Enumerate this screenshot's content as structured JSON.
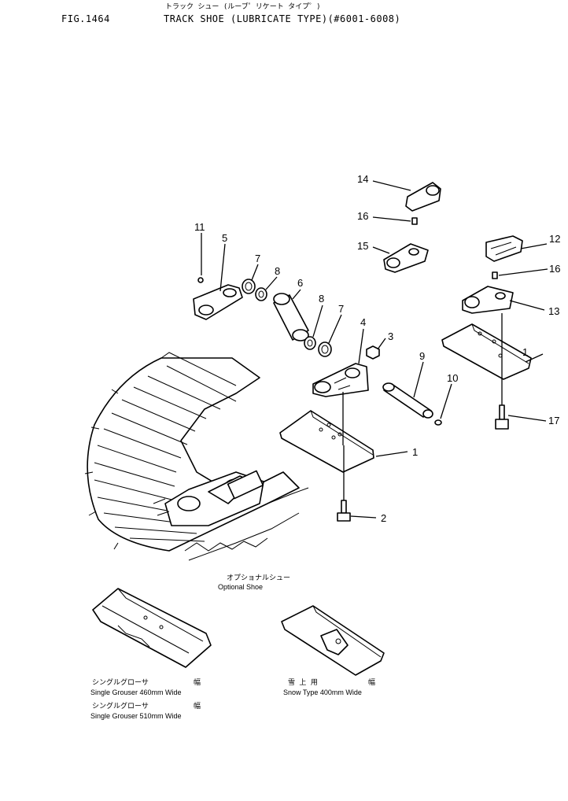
{
  "header": {
    "fig_number": "FIG.1464",
    "title_jp": "トラック シュー (ルーブ゜リケート タイプ゜)",
    "title_en": "TRACK SHOE (LUBRICATE TYPE)(#6001-6008)"
  },
  "callouts": [
    "1",
    "1",
    "2",
    "3",
    "4",
    "5",
    "6",
    "7",
    "7",
    "8",
    "8",
    "9",
    "10",
    "11",
    "12",
    "13",
    "14",
    "15",
    "16",
    "16",
    "17"
  ],
  "optional": {
    "label_jp": "オプショナルシュー",
    "label_en": "Optional  Shoe"
  },
  "captions": {
    "single_jp_1": "シングルグローサ",
    "single_jp_mark_1": "幅",
    "single_en_1": "Single  Grouser  460mm  Wide",
    "single_jp_2": "シングルグローサ",
    "single_jp_mark_2": "幅",
    "single_en_2": "Single  Grouser  510mm  Wide",
    "snow_jp": "雪 上 用",
    "snow_jp_mark": "幅",
    "snow_en": "Snow  Type  400mm  Wide"
  }
}
